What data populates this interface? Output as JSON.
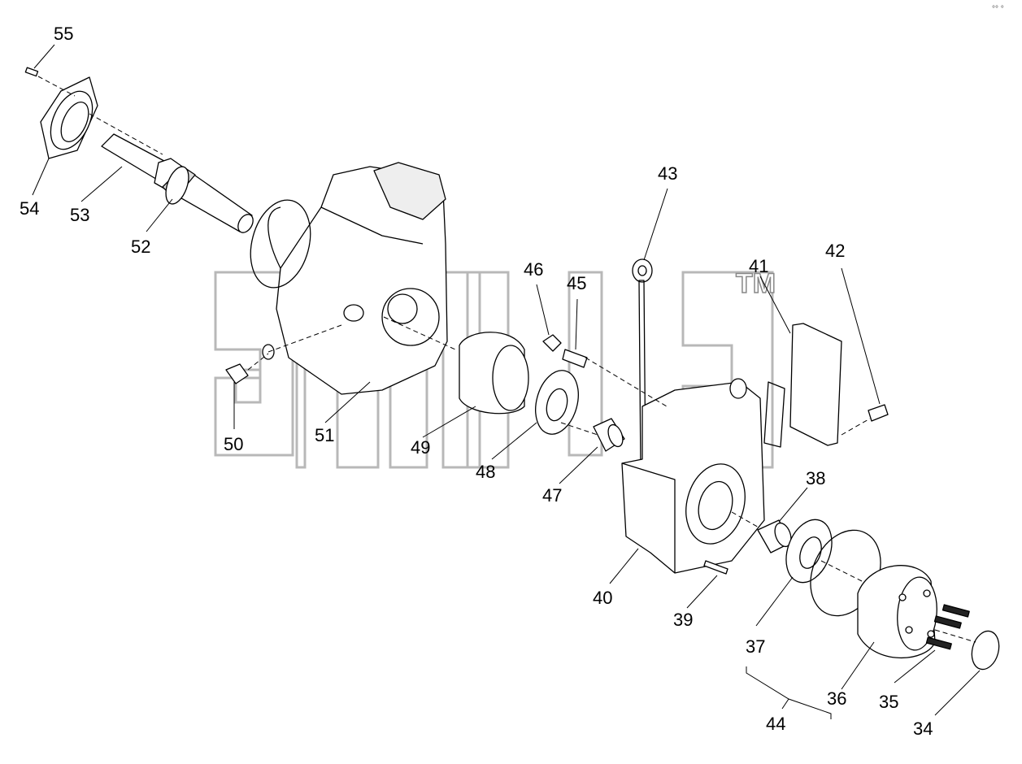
{
  "watermark": {
    "tm": "TM"
  },
  "corner_mark": "°° °",
  "callouts": {
    "c34": "34",
    "c35": "35",
    "c36": "36",
    "c37": "37",
    "c38": "38",
    "c39": "39",
    "c40": "40",
    "c41": "41",
    "c42": "42",
    "c43": "43",
    "c44": "44",
    "c45": "45",
    "c46": "46",
    "c47": "47",
    "c48": "48",
    "c49": "49",
    "c50": "50",
    "c51": "51",
    "c52": "52",
    "c53": "53",
    "c54": "54",
    "c55": "55"
  }
}
